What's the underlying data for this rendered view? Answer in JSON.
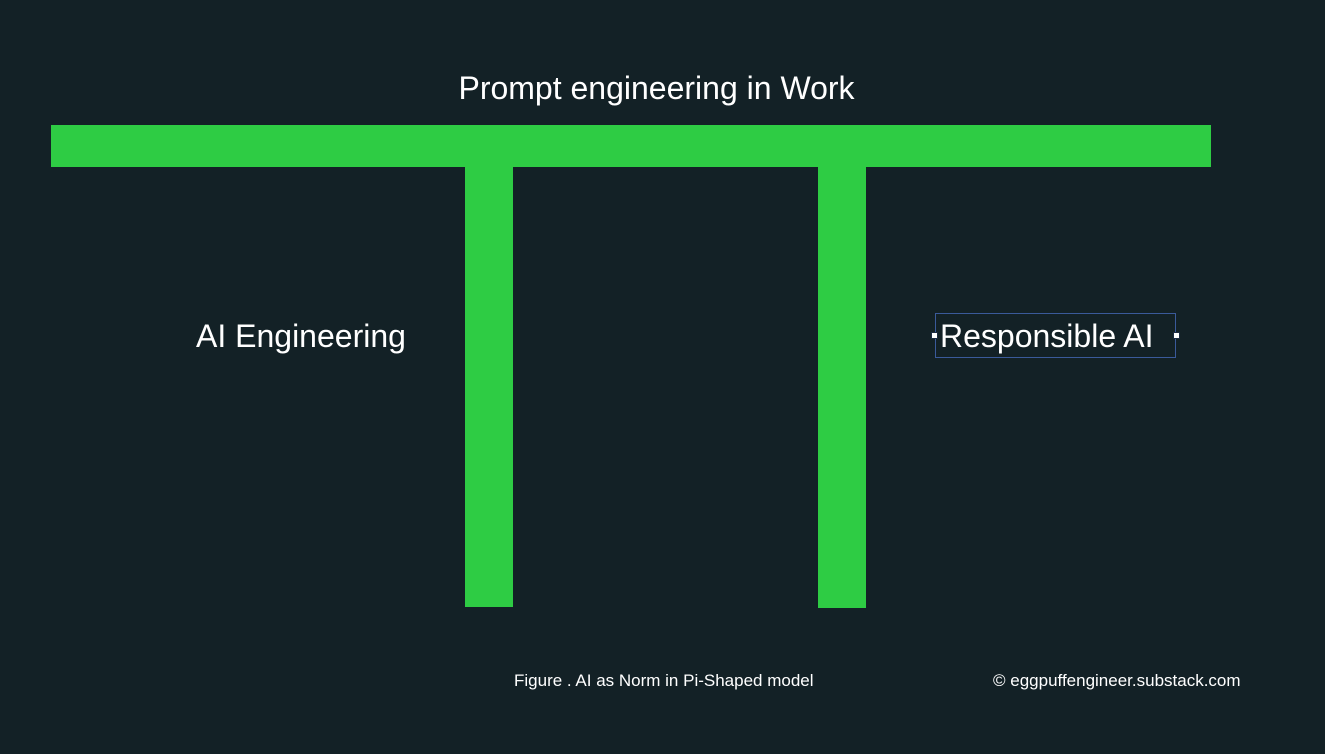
{
  "diagram": {
    "title": "Prompt engineering in Work",
    "left_label": "AI Engineering",
    "right_label": "Responsible AI",
    "caption": "Figure . AI as Norm in Pi-Shaped model",
    "copyright": "© eggpuffengineer.substack.com",
    "colors": {
      "background": "#132126",
      "bar": "#2ecc44",
      "text": "#ffffff",
      "selection": "#3a5a9a"
    }
  }
}
